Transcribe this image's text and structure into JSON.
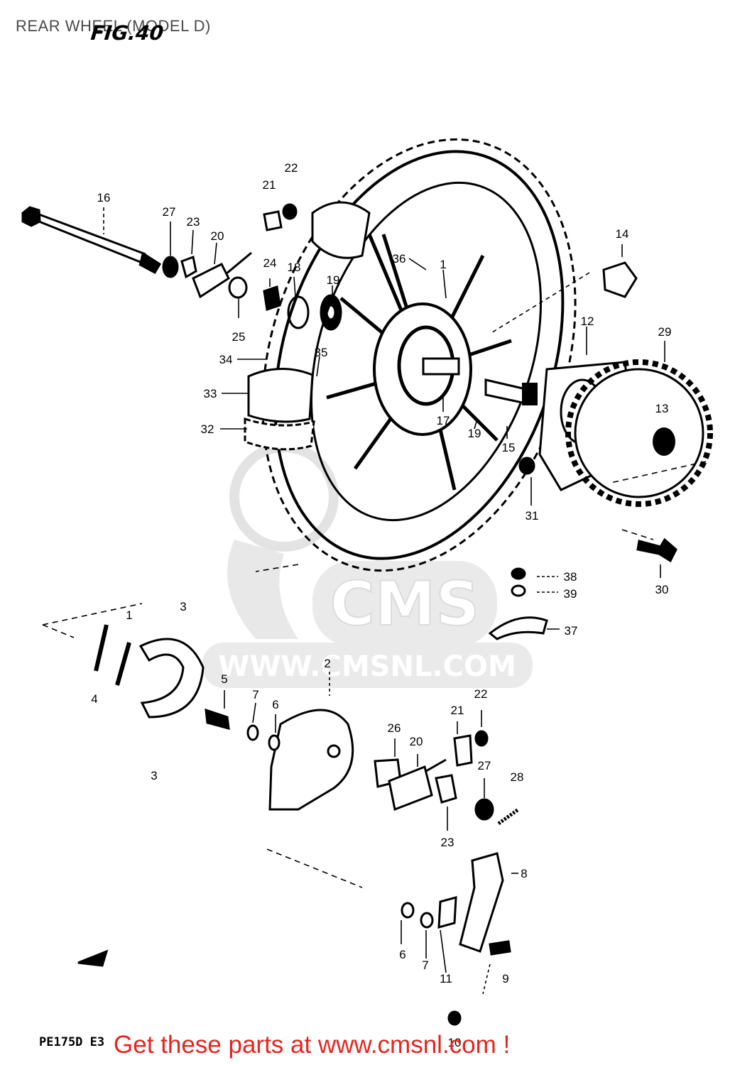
{
  "header": {
    "title": "REAR WHEEL (MODEL D)",
    "figure_label": "FIG.40"
  },
  "watermark": {
    "logo_text": "CMS",
    "url_text": "WWW.CMSNL.COM"
  },
  "footer": {
    "model_code": "PE175D E3",
    "promo_text": "Get these parts at www.cmsnl.com !"
  },
  "callouts": [
    {
      "id": "c16",
      "text": "16"
    },
    {
      "id": "c27a",
      "text": "27"
    },
    {
      "id": "c23a",
      "text": "23"
    },
    {
      "id": "c20a",
      "text": "20"
    },
    {
      "id": "c21a",
      "text": "21"
    },
    {
      "id": "c22a",
      "text": "22"
    },
    {
      "id": "c24",
      "text": "24"
    },
    {
      "id": "c18",
      "text": "18"
    },
    {
      "id": "c19a",
      "text": "19"
    },
    {
      "id": "c25",
      "text": "25"
    },
    {
      "id": "c36",
      "text": "36"
    },
    {
      "id": "c1",
      "text": "1"
    },
    {
      "id": "c14",
      "text": "14"
    },
    {
      "id": "c12",
      "text": "12"
    },
    {
      "id": "c29",
      "text": "29"
    },
    {
      "id": "c34",
      "text": "34"
    },
    {
      "id": "c35",
      "text": "35"
    },
    {
      "id": "c33",
      "text": "33"
    },
    {
      "id": "c32",
      "text": "32"
    },
    {
      "id": "c17",
      "text": "17"
    },
    {
      "id": "c19b",
      "text": "19"
    },
    {
      "id": "c15",
      "text": "15"
    },
    {
      "id": "c13",
      "text": "13"
    },
    {
      "id": "c31",
      "text": "31"
    },
    {
      "id": "c30",
      "text": "30"
    },
    {
      "id": "c38",
      "text": "38"
    },
    {
      "id": "c39",
      "text": "39"
    },
    {
      "id": "c37",
      "text": "37"
    },
    {
      "id": "c3a",
      "text": "3"
    },
    {
      "id": "c1b",
      "text": "1"
    },
    {
      "id": "c4",
      "text": "4"
    },
    {
      "id": "c2",
      "text": "2"
    },
    {
      "id": "c5",
      "text": "5"
    },
    {
      "id": "c7a",
      "text": "7"
    },
    {
      "id": "c6a",
      "text": "6"
    },
    {
      "id": "c3b",
      "text": "3"
    },
    {
      "id": "c22b",
      "text": "22"
    },
    {
      "id": "c21b",
      "text": "21"
    },
    {
      "id": "c26",
      "text": "26"
    },
    {
      "id": "c20b",
      "text": "20"
    },
    {
      "id": "c27b",
      "text": "27"
    },
    {
      "id": "c28",
      "text": "28"
    },
    {
      "id": "c23b",
      "text": "23"
    },
    {
      "id": "c8",
      "text": "8"
    },
    {
      "id": "c6b",
      "text": "6"
    },
    {
      "id": "c7b",
      "text": "7"
    },
    {
      "id": "c11",
      "text": "11"
    },
    {
      "id": "c9",
      "text": "9"
    },
    {
      "id": "c10",
      "text": "10"
    }
  ],
  "colors": {
    "ink": "#000000",
    "promo": "#e8241c",
    "watermark": "#d9d9d9",
    "title": "#4a4a4a"
  }
}
